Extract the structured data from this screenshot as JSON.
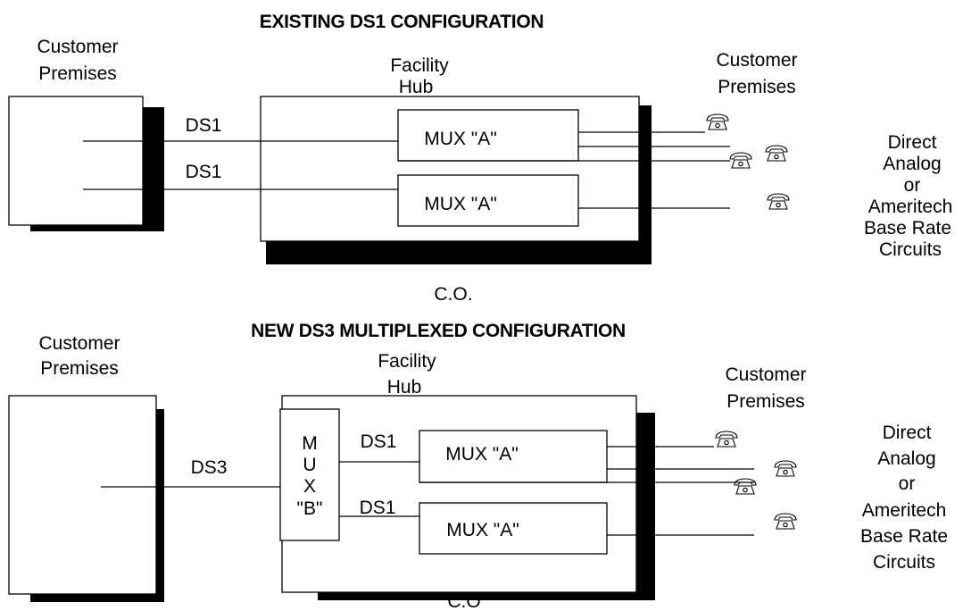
{
  "existing": {
    "title": "EXISTING DS1 CONFIGURATION",
    "customer_left": [
      "Customer",
      "Premises"
    ],
    "facility_hub": [
      "Facility",
      "Hub"
    ],
    "customer_right": [
      "Customer",
      "Premises"
    ],
    "ds1_top": "DS1",
    "ds1_bottom": "DS1",
    "mux_top": "MUX \"A\"",
    "mux_bottom": "MUX \"A\"",
    "side_note": [
      "Direct",
      "Analog",
      "or",
      "Ameritech",
      "Base Rate",
      "Circuits"
    ],
    "co_label": "C.O."
  },
  "new": {
    "title": "NEW DS3 MULTIPLEXED CONFIGURATION",
    "customer_left": [
      "Customer",
      "Premises"
    ],
    "facility_hub": [
      "Facility",
      "Hub"
    ],
    "customer_right": [
      "Customer",
      "Premises"
    ],
    "ds3": "DS3",
    "mux_b": [
      "M",
      "U",
      "X",
      "\"B\""
    ],
    "ds1_top": "DS1",
    "ds1_bottom": "DS1",
    "mux_top": "MUX \"A\"",
    "mux_bottom": "MUX \"A\"",
    "side_note": [
      "Direct",
      "Analog",
      "or",
      "Ameritech",
      "Base Rate",
      "Circuits"
    ],
    "co_label": "C.O"
  },
  "icons": [
    "telephone-icon"
  ]
}
